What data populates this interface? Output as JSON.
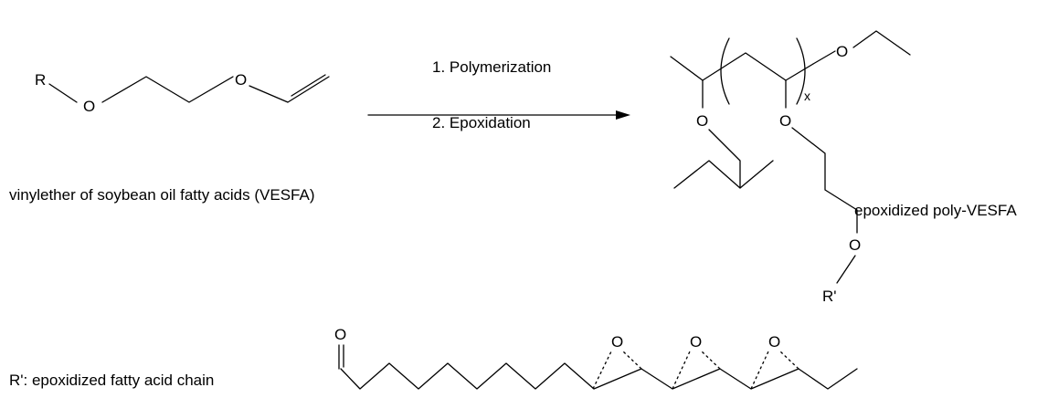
{
  "reaction": {
    "step1": "1. Polymerization",
    "step2": "2. Epoxidation"
  },
  "reactant": {
    "name": "vinylether of soybean oil fatty acids (VESFA)",
    "atoms": {
      "r": "R",
      "o1": "O",
      "o2": "O"
    }
  },
  "product": {
    "name": "epoxidized poly-VESFA",
    "atoms": {
      "o_end": "O",
      "o_left": "O",
      "o_mid": "O",
      "o_chain": "O",
      "r_prime": "R'"
    },
    "repeat_subscript": "x"
  },
  "chain": {
    "label": "R': epoxidized fatty acid chain",
    "atoms": {
      "o_carbonyl": "O",
      "o_ep1": "O",
      "o_ep2": "O",
      "o_ep3": "O"
    }
  }
}
